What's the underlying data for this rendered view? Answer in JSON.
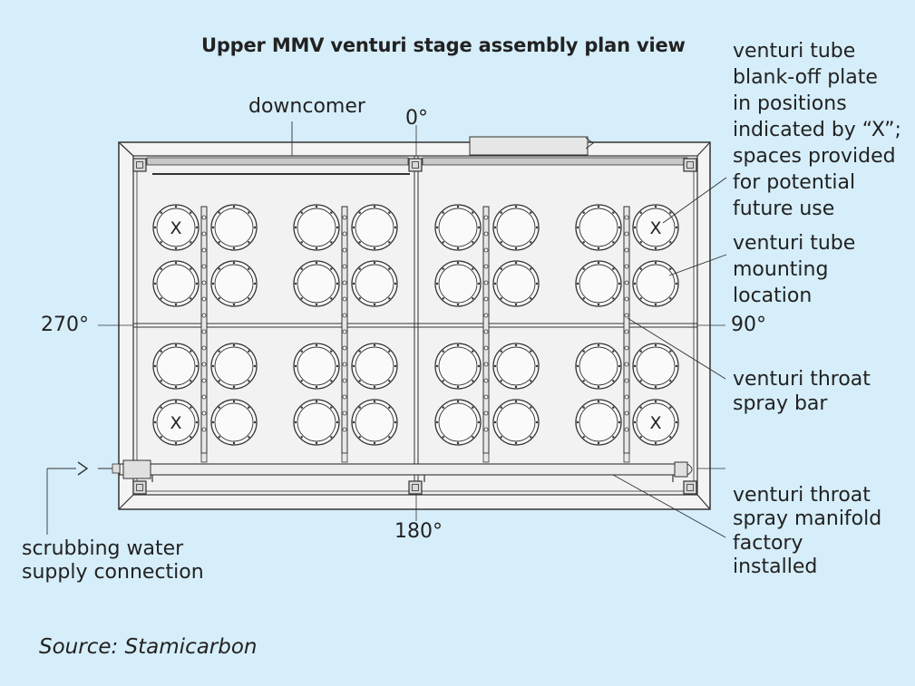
{
  "title": "Upper MMV venturi stage assembly plan view",
  "angles": {
    "top": "0°",
    "right": "90°",
    "bottom": "180°",
    "left": "270°"
  },
  "labels": {
    "downcomer": "downcomer",
    "blank_off": [
      "venturi tube",
      "blank-off plate",
      "in positions",
      "indicated by “X”;",
      "spaces provided",
      "for potential",
      "future use"
    ],
    "mounting": [
      "venturi tube",
      "mounting",
      "location"
    ],
    "spray_bar": [
      "venturi throat",
      "spray bar"
    ],
    "manifold": [
      "venturi throat",
      "spray manifold",
      "factory",
      "installed"
    ],
    "supply": [
      "scrubbing water",
      "supply connection"
    ]
  },
  "blank_mark": "X",
  "source": "Source: Stamicarbon",
  "colors": {
    "background": "#d6eefa",
    "line": "#333333",
    "panel": "#f2f2f2"
  }
}
